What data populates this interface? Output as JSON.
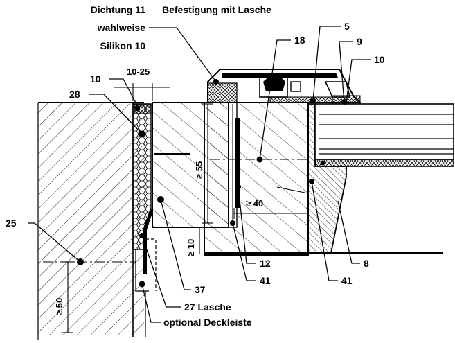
{
  "callouts": {
    "dichtung": "Dichtung 11",
    "wahlweise": "wahlweise",
    "silikon": "Silikon 10",
    "befestigung": "Befestigung mit Lasche",
    "n5": "5",
    "n18": "18",
    "n9": "9",
    "n10_right": "10",
    "n10_left": "10",
    "n28": "28",
    "n25": "25",
    "n12": "12",
    "n8": "8",
    "n41_mid": "41",
    "n41_right": "41",
    "n37": "37",
    "lasche": "27 Lasche",
    "deckleiste": "optional Deckleiste"
  },
  "dimensions": {
    "gap": "10-25",
    "depth55": "≥ 55",
    "depth40": "≥ 40",
    "depth10": "≥ 10",
    "depth50": "≥ 50"
  }
}
